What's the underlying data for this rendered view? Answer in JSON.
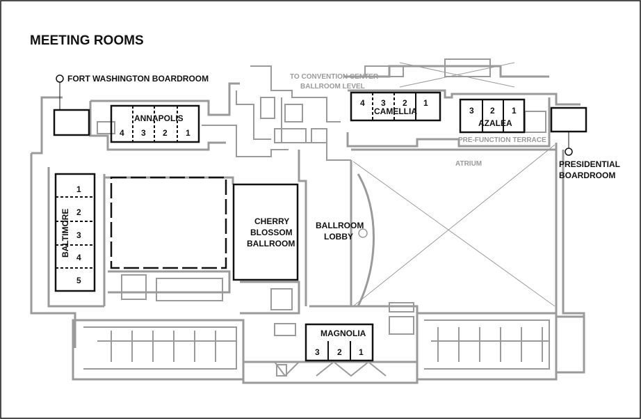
{
  "title": "MEETING ROOMS",
  "labels": {
    "fort_washington": "FORT WASHINGTON BOARDROOM",
    "annapolis": "ANNAPOLIS",
    "convention_center": "TO CONVENTION CENTER",
    "ballroom_level": "BALLROOM LEVEL",
    "camellia": "CAMELLIA",
    "azalea": "AZALEA",
    "pre_function": "PRE-FUNCTION TERRACE",
    "atrium": "ATRIUM",
    "presidential_1": "PRESIDENTIAL",
    "presidential_2": "BOARDROOM",
    "cherry_1": "CHERRY",
    "cherry_2": "BLOSSOM",
    "cherry_3": "BALLROOM",
    "lobby_1": "BALLROOM",
    "lobby_2": "LOBBY",
    "baltimore": "BALTIMORE",
    "magnolia": "MAGNOLIA"
  },
  "rooms": {
    "annapolis": [
      "4",
      "3",
      "2",
      "1"
    ],
    "camellia": [
      "4",
      "3",
      "2",
      "1"
    ],
    "azalea": [
      "3",
      "2",
      "1"
    ],
    "baltimore": [
      "1",
      "2",
      "3",
      "4",
      "5"
    ],
    "magnolia": [
      "3",
      "2",
      "1"
    ]
  }
}
